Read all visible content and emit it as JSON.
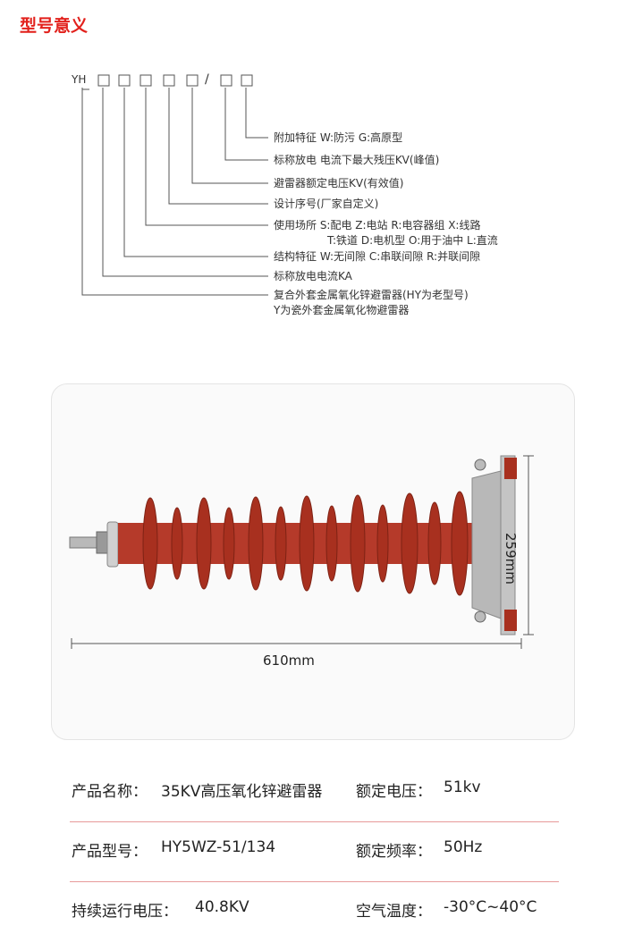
{
  "title": "型号意义",
  "model_code": {
    "prefix": "YH",
    "separator": "/"
  },
  "legend": [
    "附加特征 W:防污 G:高原型",
    "标称放电 电流下最大残压KV(峰值)",
    "避雷器额定电压KV(有效值)",
    "设计序号(厂家自定义)",
    "使用场所 S:配电  Z:电站  R:电容器组  X:线路",
    "T:铁道  D:电机型  O:用于油中  L:直流",
    "结构特征 W:无间隙 C:串联间隙 R:并联间隙",
    "标称放电电流KA",
    "复合外套金属氧化锌避雷器(HY为老型号)",
    "Y为瓷外套金属氧化物避雷器"
  ],
  "dimensions": {
    "length": "610mm",
    "height": "259mm"
  },
  "specs": [
    [
      {
        "label": "产品名称：",
        "value": "35KV高压氧化锌避雷器"
      },
      {
        "label": "额定电压：",
        "value": "51kv"
      }
    ],
    [
      {
        "label": "产品型号：",
        "value": "HY5WZ-51/134"
      },
      {
        "label": "额定频率：",
        "value": "50Hz"
      }
    ],
    [
      {
        "label": "持续运行电压：",
        "value": "40.8KV"
      },
      {
        "label": "空气温度：",
        "value": "-30°C~40°C"
      }
    ]
  ],
  "colors": {
    "accent": "#e2211c",
    "insulator": "#b53a2a",
    "divider": "#e79a9a"
  }
}
